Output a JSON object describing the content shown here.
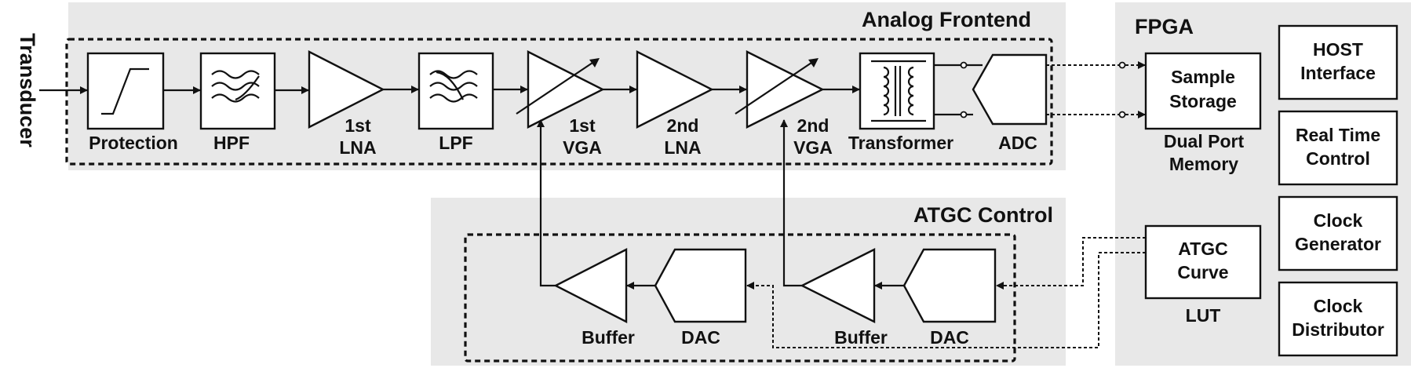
{
  "input_label": "Transducer",
  "panels": {
    "analog_frontend": "Analog Frontend",
    "atgc_control": "ATGC Control",
    "fpga": "FPGA"
  },
  "afe_blocks": {
    "protection": "Protection",
    "hpf": "HPF",
    "lna1_a": "1st",
    "lna1_b": "LNA",
    "lpf": "LPF",
    "vga1_a": "1st",
    "vga1_b": "VGA",
    "lna2_a": "2nd",
    "lna2_b": "LNA",
    "vga2_a": "2nd",
    "vga2_b": "VGA",
    "transformer": "Transformer",
    "adc": "ADC"
  },
  "atgc_blocks": {
    "buffer1": "Buffer",
    "dac1": "DAC",
    "buffer2": "Buffer",
    "dac2": "DAC"
  },
  "fpga_blocks": {
    "sample_storage_a": "Sample",
    "sample_storage_b": "Storage",
    "dual_port_a": "Dual Port",
    "dual_port_b": "Memory",
    "atgc_curve_a": "ATGC",
    "atgc_curve_b": "Curve",
    "lut": "LUT",
    "host_a": "HOST",
    "host_b": "Interface",
    "rtc_a": "Real Time",
    "rtc_b": "Control",
    "clkgen_a": "Clock",
    "clkgen_b": "Generator",
    "clkdist_a": "Clock",
    "clkdist_b": "Distributor"
  },
  "colors": {
    "panel_fill": "#e8e8e8",
    "line": "#111111",
    "block_fill": "#ffffff"
  },
  "icons": [
    "limiter-icon",
    "filter-icon",
    "amplifier-icon",
    "variable-amplifier-icon",
    "transformer-icon",
    "adc-icon",
    "dac-icon"
  ]
}
